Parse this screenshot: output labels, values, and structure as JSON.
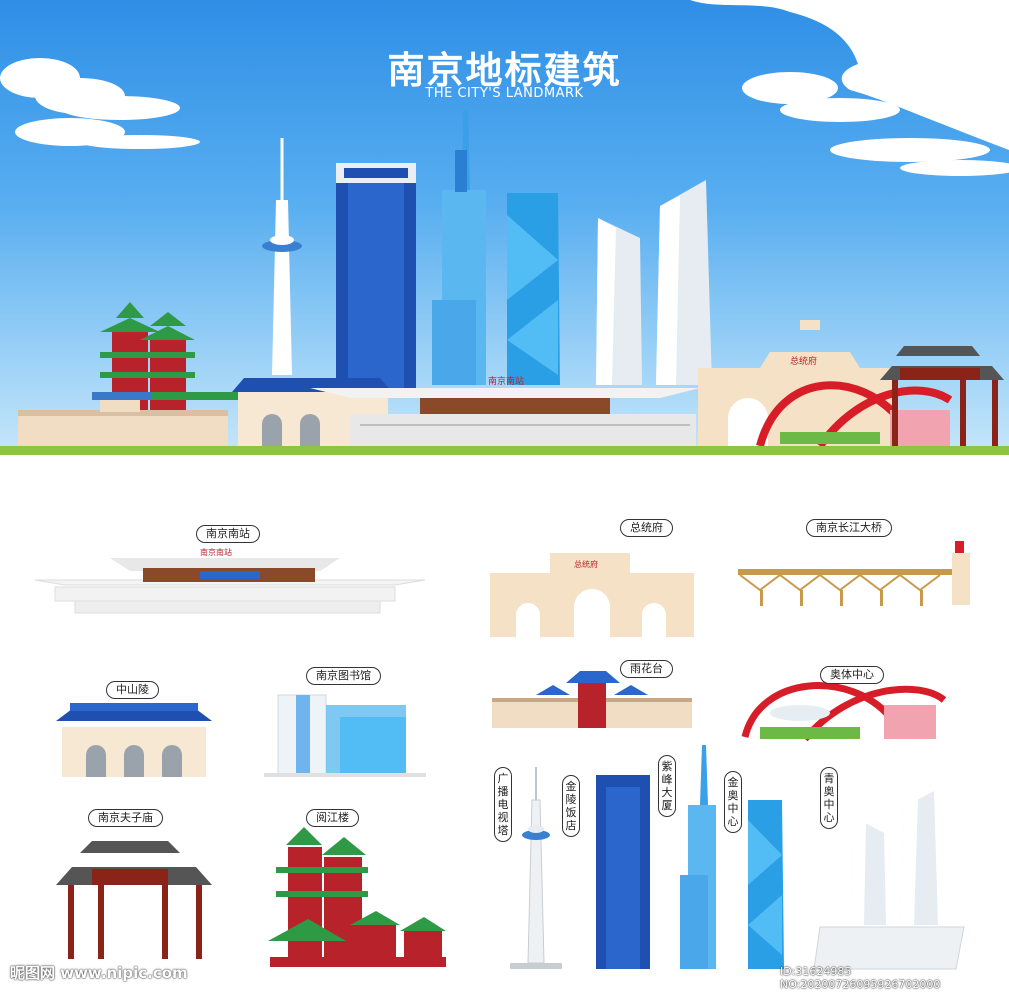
{
  "header": {
    "title": "南京地标建筑",
    "subtitle": "THE CITY'S LANDMARK"
  },
  "catalog": {
    "nanjing_south_station": "南京南站",
    "presidential_palace": "总统府",
    "yangtze_bridge": "南京长江大桥",
    "sun_yatsen_mausoleum": "中山陵",
    "nanjing_library": "南京图书馆",
    "yuhuatai": "雨花台",
    "olympic_center": "奥体中心",
    "confucius_temple": "南京夫子庙",
    "yuejiang_tower": "阅江楼",
    "tv_tower": "广播电视塔",
    "jinling_hotel": "金陵饭店",
    "zifeng_tower": "紫峰大厦",
    "jinao_center": "金奥中心",
    "youth_olympic_center": "青奥中心"
  },
  "signs": {
    "station_sign": "南京南站",
    "palace_sign": "总统府"
  },
  "watermark": {
    "site": "昵图网 www.nipic.com",
    "id": "ID:31624985 NO:20200726095926702000"
  },
  "colors": {
    "sky_top": "#2f8fe6",
    "royal_blue": "#1f4fb0",
    "glass_blue": "#2a9fe6",
    "palace_red": "#b8222a",
    "roof_green": "#2e9a46",
    "cream": "#f5e2c6",
    "ground_green": "#8cc63f"
  }
}
